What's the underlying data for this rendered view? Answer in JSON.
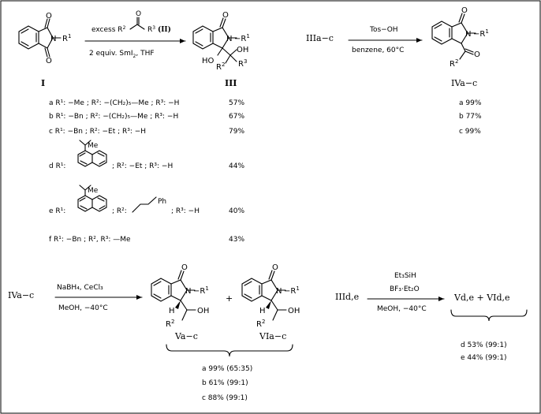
{
  "reaction1": {
    "reagent_line1": "excess",
    "reagent_r2": "R",
    "reagent_r3": "R",
    "reagent_label": "(II)",
    "conditions": "2 equiv. SmI",
    "conditions_sub": "2",
    "conditions_tail": ", THF",
    "start_label": "I",
    "start_r": "R",
    "product_label": "III",
    "product_r1": "R",
    "product_ho": "HO",
    "product_oh": "OH",
    "product_r2": "R",
    "product_r3": "R"
  },
  "reaction2": {
    "start_label": "IIIa−c",
    "reagent": "Tos−OH",
    "conditions": "benzene, 60°C",
    "product_label": "IVa−c",
    "product_r1": "R",
    "product_r2": "R"
  },
  "substituents": [
    {
      "id": "a",
      "text": "a  R¹: −Me ; R²: −(CH₂)₅—Me ; R³: −H",
      "yield3": "57%",
      "yield4": "a 99%"
    },
    {
      "id": "b",
      "text": "b  R¹: −Bn ; R²: −(CH₂)₅—Me ; R³: −H",
      "yield3": "67%",
      "yield4": "b 77%"
    },
    {
      "id": "c",
      "text": "c  R¹: −Bn ; R²: −Et ; R³: −H",
      "yield3": "79%",
      "yield4": "c 99%"
    },
    {
      "id": "d",
      "prefix": "d  R¹:",
      "text": "; R²: −Et ; R³: −H",
      "me": "Me",
      "yield3": "44%"
    },
    {
      "id": "e",
      "prefix": "e  R¹:",
      "text": "; R²:",
      "ph": "Ph",
      "tail": "; R³: −H",
      "me": "Me",
      "yield3": "40%"
    },
    {
      "id": "f",
      "text": "f  R¹: −Bn ; R², R³: —Me",
      "yield3": "43%"
    }
  ],
  "reaction3": {
    "start_label": "IVa−c",
    "reagent": "NaBH₄,  CeCl₃",
    "conditions": "MeOH,  −40°C",
    "plus": "+",
    "product_v_label": "Va−c",
    "product_vi_label": "VIa−c",
    "product_r1": "R",
    "product_r2": "R",
    "product_h": "H",
    "product_oh": "OH",
    "yields": [
      "a 99% (65:35)",
      "b 61% (99:1)",
      "c 88% (99:1)"
    ]
  },
  "reaction4": {
    "start_label": "IIId,e",
    "reagent1": "Et₃SiH",
    "reagent2": "BF₃·Et₂O",
    "conditions": "MeOH,  −40°C",
    "product_label": "Vd,e  +  VId,e",
    "yields": [
      "d 53% (99:1)",
      "e 44% (99:1)"
    ]
  }
}
